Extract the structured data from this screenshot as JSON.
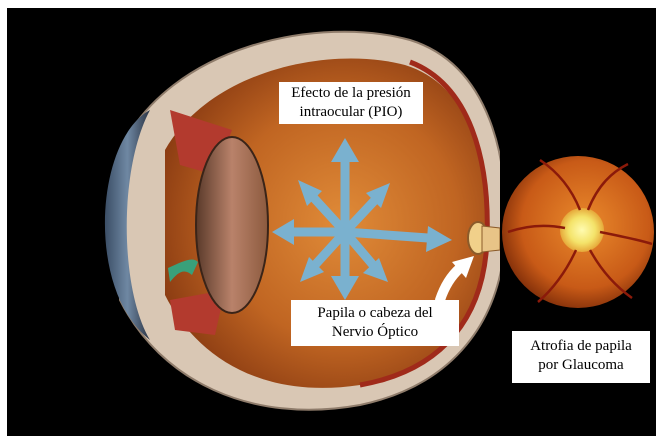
{
  "labels": {
    "pressure": {
      "line1": "Efecto de la presión",
      "line2": "intraocular (PIO)"
    },
    "papilla": {
      "line1": "Papila o cabeza del",
      "line2": "Nervio Óptico"
    },
    "atrophy": {
      "line1": "Atrofia de papila",
      "line2": "por Glaucoma"
    }
  },
  "icons": {
    "pressure_arrows": "eight-direction-arrows-icon",
    "pointer_arrow": "white-curved-arrow-icon"
  },
  "colors": {
    "background": "#000000",
    "border": "#ffffff",
    "pressure_arrows": "#7ab1cf",
    "vitreous": "#c46a22",
    "sclera": "#e7d8c8",
    "optic_disc": "#f4ee7a"
  }
}
